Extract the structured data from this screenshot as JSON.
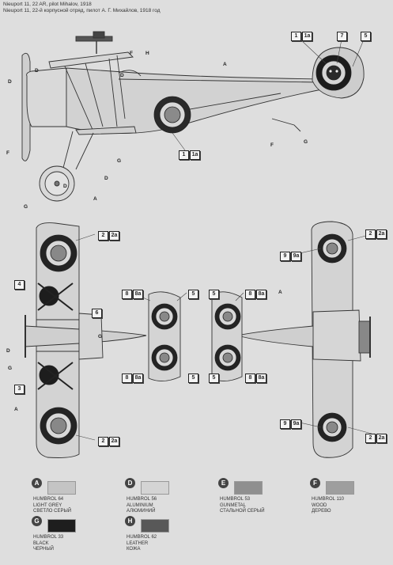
{
  "header": {
    "line1": "Nieuport 11, 22 AR, pilot Mihalov, 1918",
    "line2": "Nieuport 11, 22-й корпусной отряд, пилот А. Г. Михайлов, 1918 год"
  },
  "callouts": {
    "c1": [
      "1",
      "1a"
    ],
    "c7": [
      "7"
    ],
    "c5": [
      "5"
    ],
    "c1b": [
      "1",
      "1a"
    ],
    "c2a": [
      "2",
      "2a"
    ],
    "c4": [
      "4"
    ],
    "c6": [
      "6"
    ],
    "c3": [
      "3"
    ],
    "c2b": [
      "2",
      "2a"
    ],
    "c8a": [
      "8",
      "8a"
    ],
    "c5a": [
      "5"
    ],
    "c8b": [
      "8",
      "8a"
    ],
    "c5b": [
      "5"
    ],
    "c8c": [
      "8",
      "8a"
    ],
    "c5c": [
      "5"
    ],
    "c8d": [
      "8",
      "8a"
    ],
    "c5d": [
      "5"
    ],
    "c2c": [
      "2",
      "2a"
    ],
    "c9a": [
      "9",
      "9a"
    ],
    "c9b": [
      "9",
      "9a"
    ],
    "c2d": [
      "2",
      "2a"
    ]
  },
  "markers": {
    "A": "A",
    "D": "D",
    "F": "F",
    "G": "G",
    "H": "H"
  },
  "legend": [
    {
      "letter": "A",
      "code": "HUMBROL 64",
      "en": "LIGHT GREY",
      "ru": "СВЕТЛО СЕРЫЙ",
      "color": "#c4c4c4"
    },
    {
      "letter": "D",
      "code": "HUMBROL 56",
      "en": "ALUMINIUM",
      "ru": "АЛЮМИНИЙ",
      "color": "#d4d4d4"
    },
    {
      "letter": "E",
      "code": "HUMBROL 53",
      "en": "GUNMETAL",
      "ru": "СТАЛЬНОЙ СЕРЫЙ",
      "color": "#8f8f8f"
    },
    {
      "letter": "F",
      "code": "HUMBROL 110",
      "en": "WOOD",
      "ru": "ДЕРЕВО",
      "color": "#9e9e9e"
    },
    {
      "letter": "G",
      "code": "HUMBROL 33",
      "en": "BLACK",
      "ru": "ЧЕРНЫЙ",
      "color": "#1e1e1e"
    },
    {
      "letter": "H",
      "code": "HUMBROL 62",
      "en": "LEATHER",
      "ru": "КОЖА",
      "color": "#585858"
    }
  ]
}
